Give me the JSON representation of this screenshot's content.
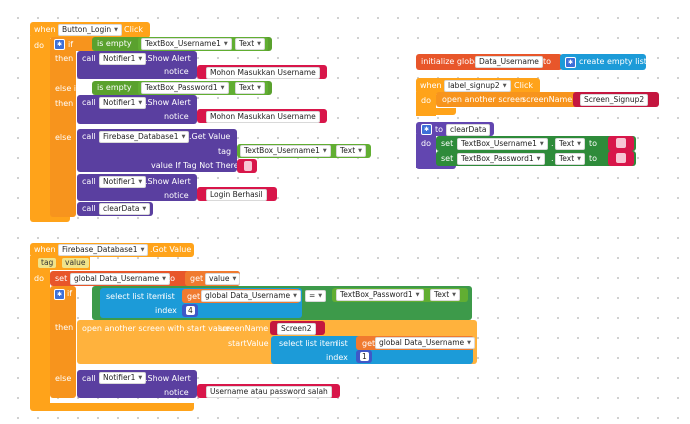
{
  "workspace": {
    "event_when": "when",
    "event_click": "Click",
    "event_gotvalue": ".Got Value",
    "kw_do": "do",
    "kw_if": "if",
    "kw_then": "then",
    "kw_else_if": "else if",
    "kw_else": "else",
    "kw_call": "call",
    "kw_set": "set",
    "kw_to": "to",
    "kw_get": "get",
    "kw_tag": "tag",
    "kw_value": "value",
    "kw_notice": "notice",
    "kw_index": "index",
    "is_empty": "is empty",
    "show_alert": ".Show Alert",
    "get_value": ".Get Value",
    "value_if_tag_not_there": "value If Tag Not There",
    "text_prop": "Text",
    "eq_op": "=",
    "select_list_item": "select list item",
    "list_kw": "list",
    "start_value": "startValue",
    "screen_name": "screenName",
    "open_screen_with_start": "open another screen with start value",
    "open_screen": "open another screen",
    "init_global": "initialize global",
    "create_empty_list": "create empty list",
    "to_proc": "to"
  },
  "blocks": {
    "button_login": "Button_Login",
    "textbox_username1": "TextBox_Username1",
    "textbox_password1": "TextBox_Password1",
    "notifier1": "Notifier1",
    "firebase_database1": "Firebase_Database1",
    "msg_username": "Mohon Masukkan Username",
    "msg_login_ok": "Login Berhasil",
    "clear_data": "clearData",
    "label_signup2": "label_signup2",
    "screen_signup2": "Screen_Signup2",
    "global_data_username": "Data_Username",
    "get_global_data_username": "global Data_Username",
    "set_global_data_username": "global Data_Username",
    "index_4": "4",
    "index_1": "1",
    "screen2": "Screen2",
    "msg_wrong": "Username atau password salah"
  }
}
